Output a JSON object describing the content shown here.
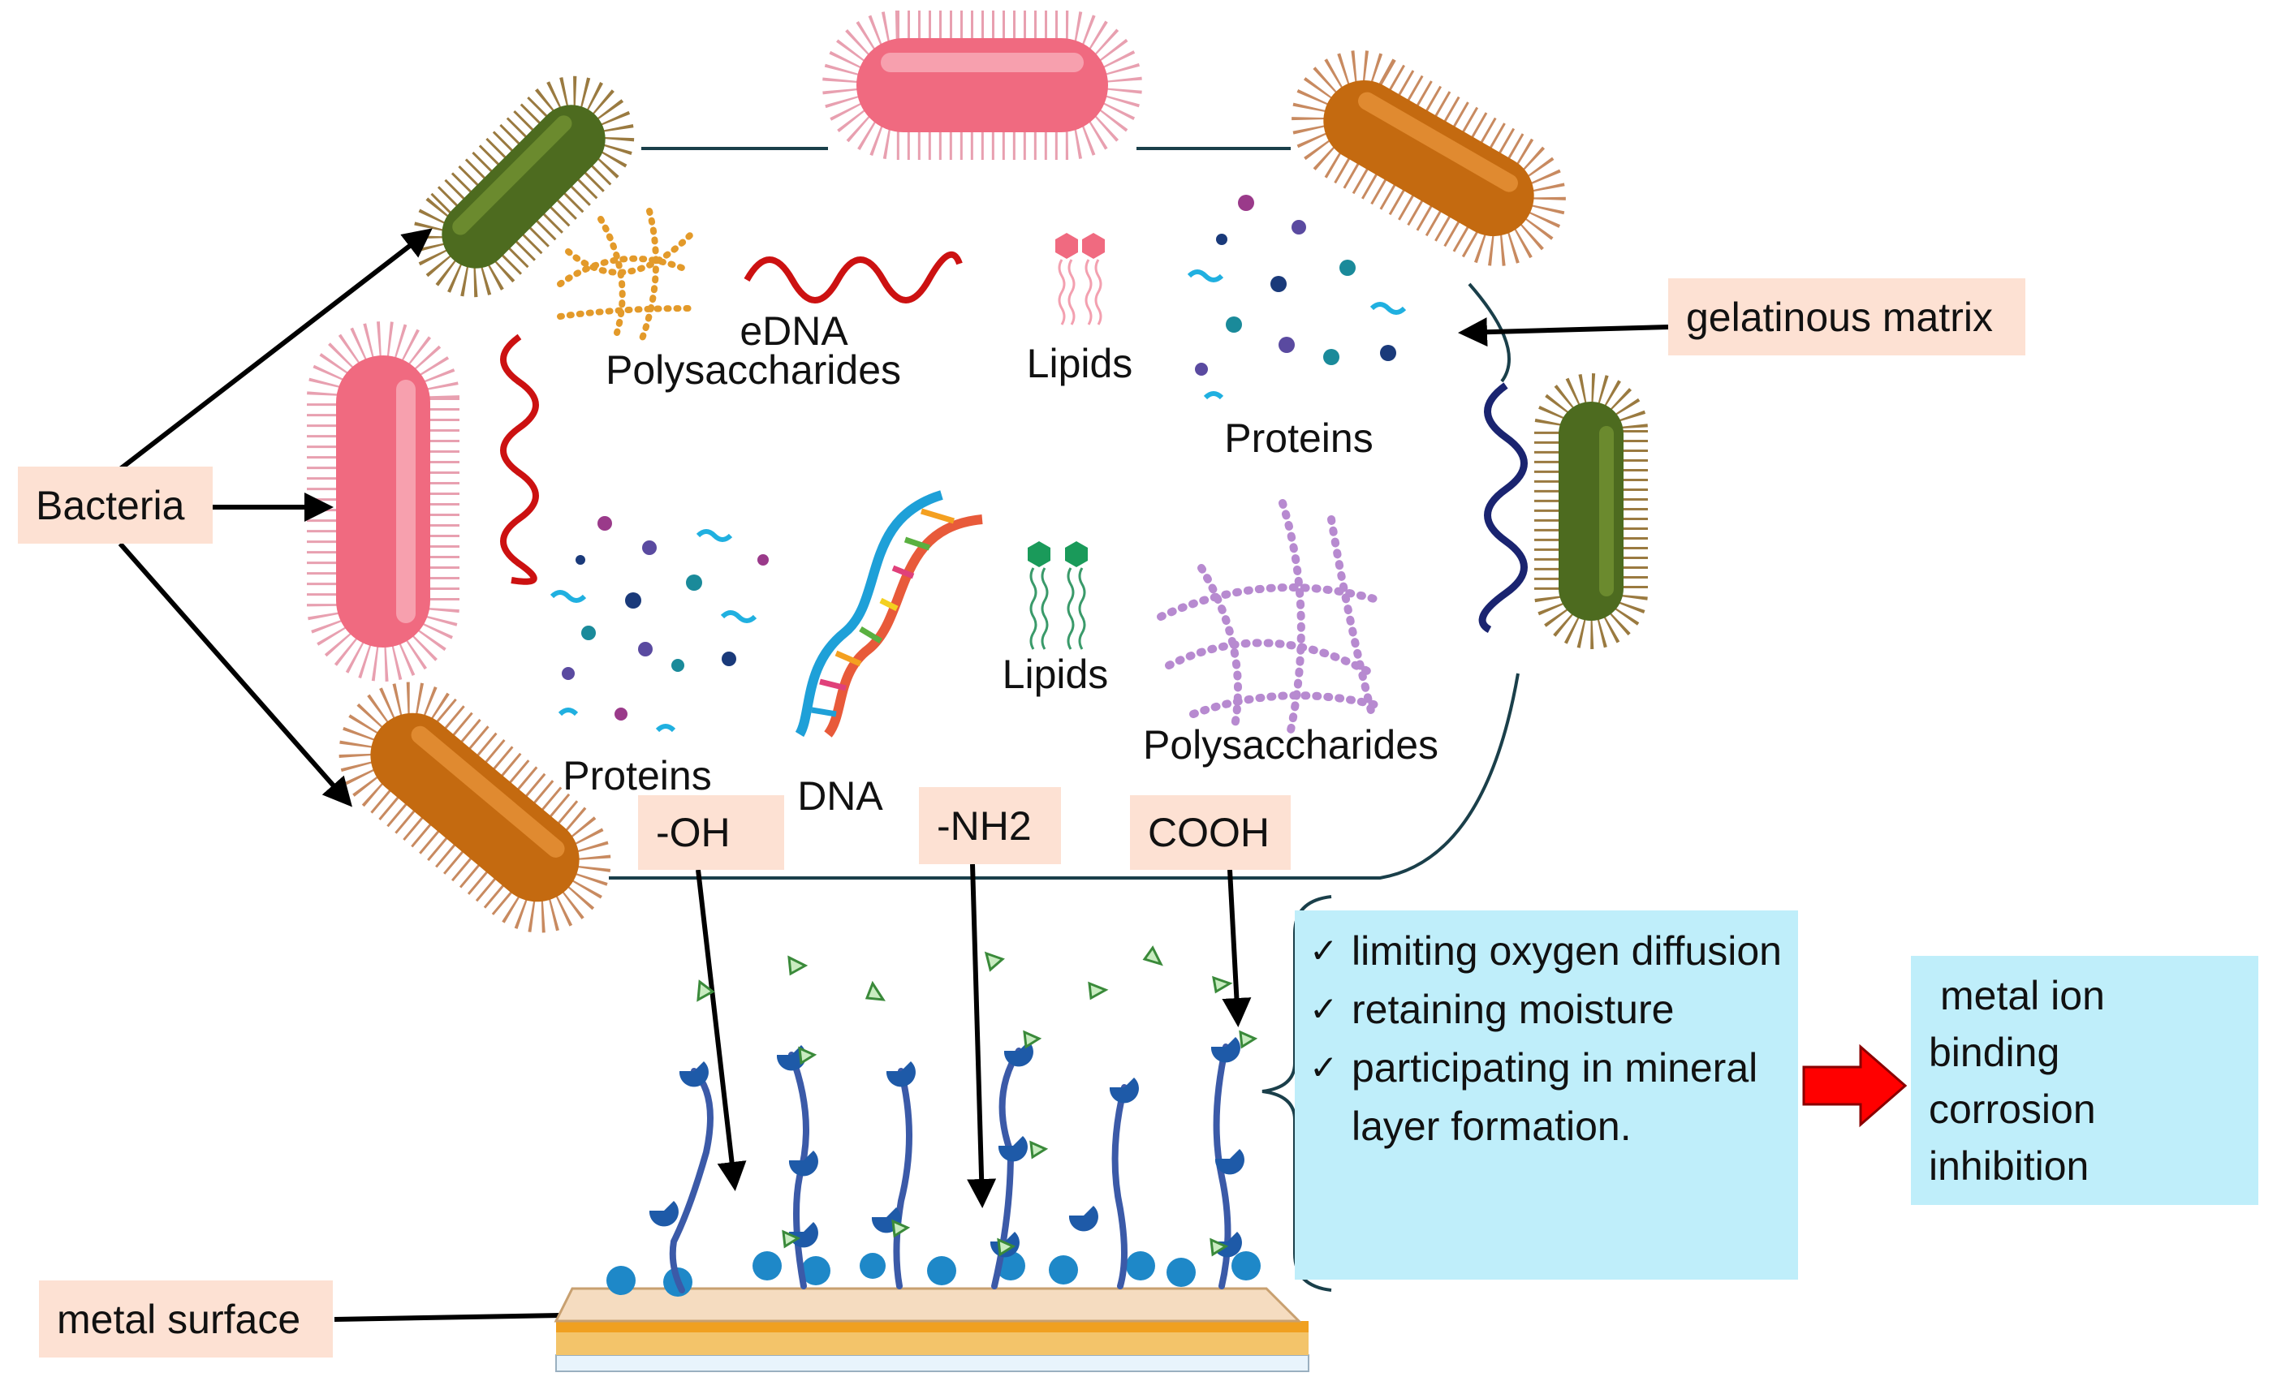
{
  "labels": {
    "bacteria": "Bacteria",
    "gelatinous_matrix": "gelatinous matrix",
    "metal_surface": "metal surface",
    "oh": "-OH",
    "nh2": "-NH2",
    "cooh": "COOH"
  },
  "components": {
    "edna": "eDNA",
    "polysaccharides_top": "Polysaccharides",
    "lipids_top": "Lipids",
    "proteins_top": "Proteins",
    "proteins_bottom": "Proteins",
    "dna": "DNA",
    "lipids_bottom": "Lipids",
    "polysaccharides_bottom": "Polysaccharides"
  },
  "effects": {
    "items": [
      "limiting oxygen diffusion",
      "retaining moisture",
      "participating in mineral layer formation."
    ]
  },
  "result": {
    "lines": [
      "metal ion",
      "binding",
      "corrosion",
      "inhibition"
    ]
  },
  "colors": {
    "label_bg": "#fde1d3",
    "info_bg": "#bfeefa",
    "arrow_result": "#ff0000",
    "bacteria_pink": "#f06a80",
    "bacteria_green": "#4d6b1f",
    "bacteria_orange": "#c46a10",
    "chain_blue": "#3b5aa8",
    "bead_blue": "#1e88c8"
  },
  "icons": [
    "bacterium-icon",
    "dna-helix-icon",
    "lipid-icon",
    "protein-dots-icon",
    "polysaccharide-icon",
    "red-right-arrow-icon"
  ]
}
